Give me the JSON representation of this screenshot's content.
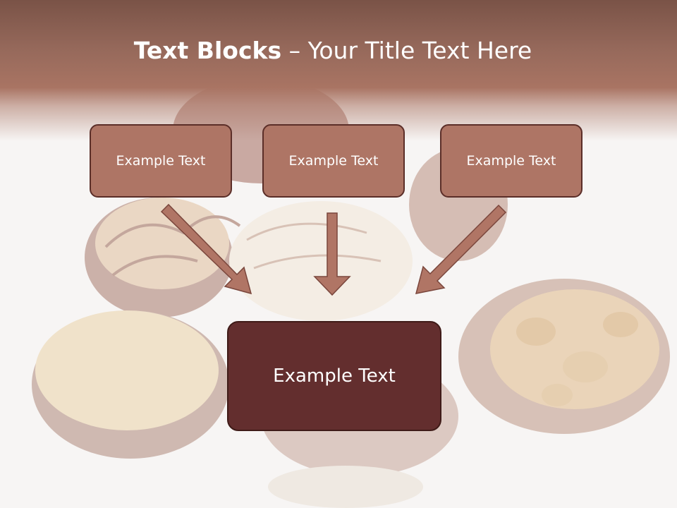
{
  "title": {
    "bold": "Text Blocks",
    "separator": "–",
    "rest": "Your Title Text Here"
  },
  "boxes": {
    "top_left": "Example Text",
    "top_center": "Example Text",
    "top_right": "Example Text",
    "bottom": "Example Text"
  },
  "colors": {
    "header": "#96695b",
    "box_fill": "#ae7565",
    "box_border": "#5b2e28",
    "bottom_box_fill": "#632e2e",
    "arrow_fill": "#b07565"
  }
}
